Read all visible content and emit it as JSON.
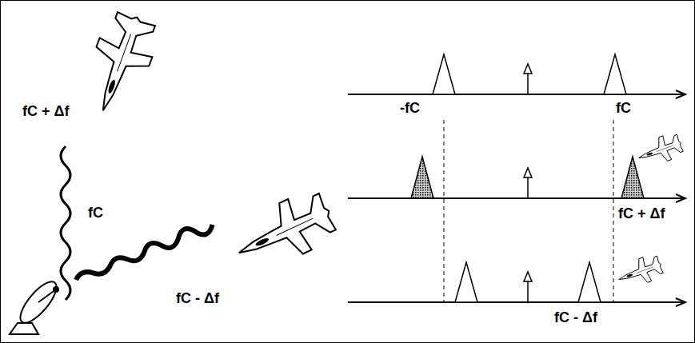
{
  "diagram": {
    "labels": [
      "fC + Δf",
      "fC",
      "fC - Δf",
      "-fC",
      "fC",
      "fC + Δf",
      "fC - Δf"
    ]
  }
}
